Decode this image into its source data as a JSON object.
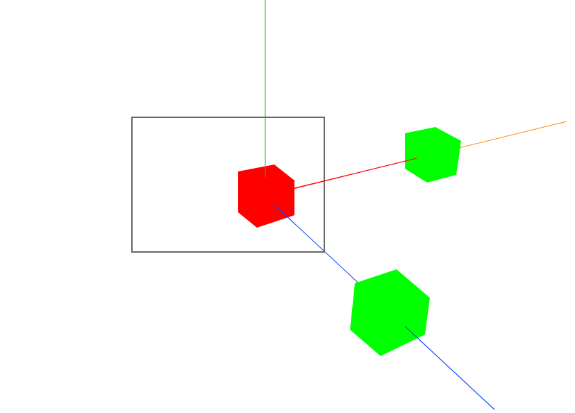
{
  "scene": {
    "background_color": "#ffffff",
    "axes": {
      "x_color_near": "#ff0000",
      "x_color_far": "#ff8800",
      "y_color": "#00cc00",
      "z_color": "#0044ff"
    },
    "selection_box": {
      "stroke_color": "#666666"
    },
    "objects": [
      {
        "name": "selected-cube",
        "color": "#ff0000",
        "selected": true
      },
      {
        "name": "cube-on-x-axis",
        "color": "#00ff00",
        "selected": false
      },
      {
        "name": "cube-on-z-axis",
        "color": "#00ff00",
        "selected": false
      }
    ]
  }
}
